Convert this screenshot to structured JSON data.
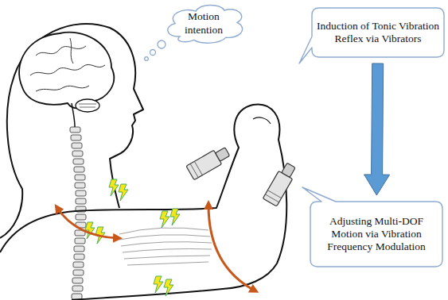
{
  "diagram": {
    "nodes": [
      {
        "text": [
          "Motion intention"
        ]
      },
      {
        "text": [
          "Induction of Tonic Vibration Reflex via Vibrators"
        ]
      },
      {
        "text": [
          "Adjusting Multi-DOF Motion via Vibration Frequency Modulation"
        ]
      }
    ],
    "edges": [
      {
        "from": 1,
        "to": 2,
        "arrow": "to"
      }
    ]
  }
}
